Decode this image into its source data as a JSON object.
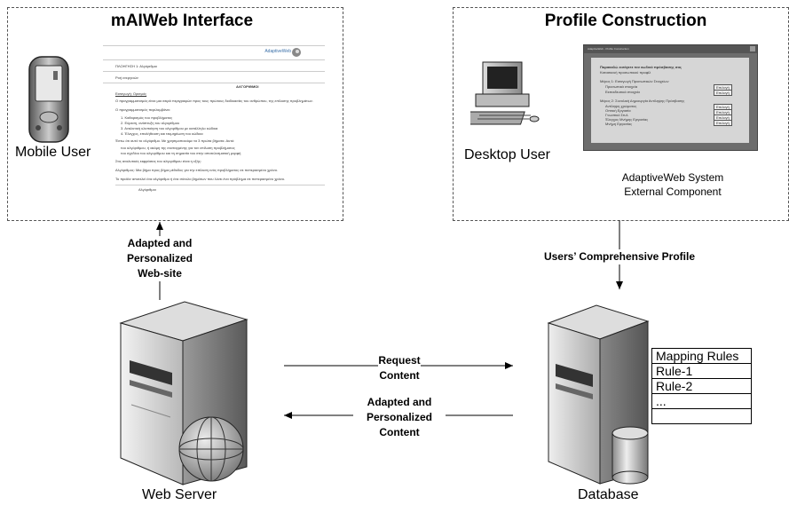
{
  "left_panel": {
    "title": "mAIWeb Interface",
    "mobile_user_label": "Mobile User",
    "screenshot": {
      "logo": "AdaptiveWeb",
      "nav1": "ΠΛΟΗΓΗΣΗ 1: Αλγόριθμοι",
      "nav2": "Ροή ενεργειών",
      "heading": "ΑΛΓΟΡΙΘΜΟΙ",
      "intro_label": "Εισαγωγή: Ορισμός",
      "p1": "Ο προγραμματισμός είναι μια σειρά περιγραφών προς τους πρώτους διαδικασίες του ανθρώπου, της επίλυσης προβλημάτων.",
      "p2": "Ο προγραμματισμός περιλαμβάνει:",
      "list": [
        "1. Καθορισμός του προβλήματος",
        "2. Εύρεση, ανάπτυξη του αλγορίθμου",
        "3. Αναλυτική υλοποίηση του αλγορίθμου με κατάλληλο κώδικα",
        "4. Έλεγχος, επαλήθευση και τεκμηρίωση του κώδικα"
      ],
      "p3": "Έστω ότι αυτό το αλγόριθμο. Με χρησιμοποιούμε τα 3 πρώτα βήματα. Αυτό:",
      "bullets": [
        "του αλγόριθμου, ή ακόμη της συνταγμένης για τον επίλυση προβλήματος",
        "του σχεδίου του αλγορίθμου και τη σημασία του στην αποτελεσματική μορφή"
      ],
      "p4": "Στις αναλυτικές εκφράσεις του αλγορίθμου είναι η εξής:",
      "p5": "Αλγόριθμος: Μια βήμα προς βήμα μέθοδος για την επίλυση ενός προβλήματος σε πεπερασμένο χρόνο.",
      "p6": "Το προϊόν αποτελεί ένα αλγόριθμο ή ένα σύνολο βημάτων που λύνει ένα πρόβλημα σε πεπερασμένο χρόνο.",
      "footer": "Αλγόριθμοι"
    }
  },
  "right_panel": {
    "title": "Profile Construction",
    "desktop_user_label": "Desktop User",
    "system_label_line1": "AdaptiveWeb System",
    "system_label_line2": "External Component",
    "screenshot": {
      "window_title": "AdaptiveWeb - Profile Construction",
      "lines": [
        "Παρακαλώ εισάγετε τον κωδικό πρόσβασης σας",
        "Κατασκευή προσωπικού προφίλ",
        "Μέρος 1: Εισαγωγή Προσωπικών Στοιχείων",
        "Προσωπικά στοιχεία",
        "Εκπαιδευτικά στοιχεία",
        "Μέρος 2: Συνολική Δημιουργία Αντίληψης Πρόσβασης",
        "Αντίληψη χρώματος",
        "Οπτική Εργασία",
        "Γνωστικό Στυλ",
        "Έλεγχος Μνήμης Εργασίας",
        "Μνήμη Εργασίας"
      ],
      "button_label": "Επιλογή"
    }
  },
  "arrows": {
    "adapted_website": [
      "Adapted and",
      "Personalized",
      "Web-site"
    ],
    "comprehensive_profile": "Users’ Comprehensive Profile",
    "request_content": [
      "Request",
      "Content"
    ],
    "adapted_content": [
      "Adapted and",
      "Personalized",
      "Content"
    ]
  },
  "web_server_label": "Web Server",
  "database_label": "Database",
  "mapping_table": {
    "rows": [
      "Mapping Rules",
      "Rule-1",
      "Rule-2",
      "...",
      ""
    ]
  }
}
